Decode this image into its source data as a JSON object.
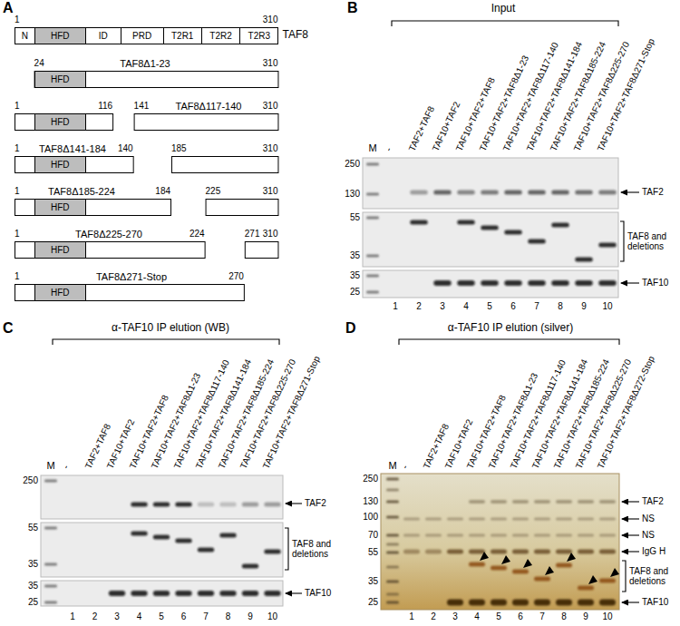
{
  "diagram": {
    "nodes": [
      {
        "text": [
          "N"
        ]
      },
      {
        "text": [
          "HFD"
        ]
      },
      {
        "text": [
          "ID"
        ]
      },
      {
        "text": [
          "PRD"
        ]
      },
      {
        "text": [
          "T2R1"
        ]
      },
      {
        "text": [
          "T2R2"
        ]
      },
      {
        "text": [
          "T2R3"
        ]
      },
      {
        "text": [
          "HFD"
        ]
      },
      {
        "text": [
          "HFD"
        ]
      },
      {
        "text": [
          "HFD"
        ]
      },
      {
        "text": [
          "HFD"
        ]
      },
      {
        "text": [
          "HFD"
        ]
      },
      {
        "text": [
          "HFD"
        ]
      }
    ],
    "labels": [
      "A",
      "1",
      "310",
      "TAF8",
      "TAF8Δ1-23",
      "24",
      "310",
      "TAF8Δ117-140",
      "1",
      "116",
      "141",
      "310",
      "TAF8Δ141-184",
      "1",
      "140",
      "185",
      "310",
      "TAF8Δ185-224",
      "1",
      "184",
      "225",
      "310",
      "TAF8Δ225-270",
      "1",
      "224",
      "271",
      "310",
      "TAF8Δ271-Stop",
      "1",
      "270",
      "B",
      "Input",
      "M",
      "-",
      "TAF2+TAF8",
      "TAF10+TAF2",
      "TAF10+TAF2+TAF8",
      "TAF10+TAF2+TAF8Δ1-23",
      "TAF10+TAF2+TAF8Δ117-140",
      "TAF10+TAF2+TAF8Δ141-184",
      "TAF10+TAF2+TAF8Δ185-224",
      "TAF10+TAF2+TAF8Δ225-270",
      "TAF10+TAF2+TAF8Δ271-Stop",
      "250",
      "130",
      "55",
      "35",
      "35",
      "25",
      "1",
      "2",
      "3",
      "4",
      "5",
      "6",
      "7",
      "8",
      "9",
      "10",
      "TAF2",
      "TAF8 and deletions",
      "TAF10",
      "C",
      "α-TAF10 IP elution (WB)",
      "M",
      "-",
      "TAF2+TAF8",
      "TAF10+TAF2",
      "TAF10+TAF2+TAF8",
      "TAF10+TAF2+TAF8Δ1-23",
      "TAF10+TAF2+TAF8Δ117-140",
      "TAF10+TAF2+TAF8Δ141-184",
      "TAF10+TAF2+TAF8Δ185-224",
      "TAF10+TAF2+TAF8Δ225-270",
      "TAF10+TAF2+TAF8Δ271-Stop",
      "250",
      "55",
      "35",
      "35",
      "25",
      "1",
      "2",
      "3",
      "4",
      "5",
      "6",
      "7",
      "8",
      "9",
      "10",
      "TAF2",
      "TAF8 and deletions",
      "TAF10",
      "D",
      "α-TAF10 IP elution (silver)",
      "M",
      "-",
      "TAF2+TAF8",
      "TAF10+TAF2",
      "TAF10+TAF2+TAF8",
      "TAF10+TAF2+TAF8Δ1-23",
      "TAF10+TAF2+TAF8Δ117-140",
      "TAF10+TAF2+TAF8Δ141-184",
      "TAF10+TAF2+TAF8Δ185-224",
      "TAF10+TAF2+TAF8Δ225-270",
      "TAF10+TAF2+TAF8Δ272-Stop",
      "250",
      "130",
      "100",
      "70",
      "55",
      "35",
      "25",
      "1",
      "2",
      "3",
      "4",
      "5",
      "6",
      "7",
      "8",
      "9",
      "10",
      "TAF2",
      "NS",
      "NS",
      "IgG H",
      "TAF8 and deletions",
      "TAF10"
    ]
  }
}
